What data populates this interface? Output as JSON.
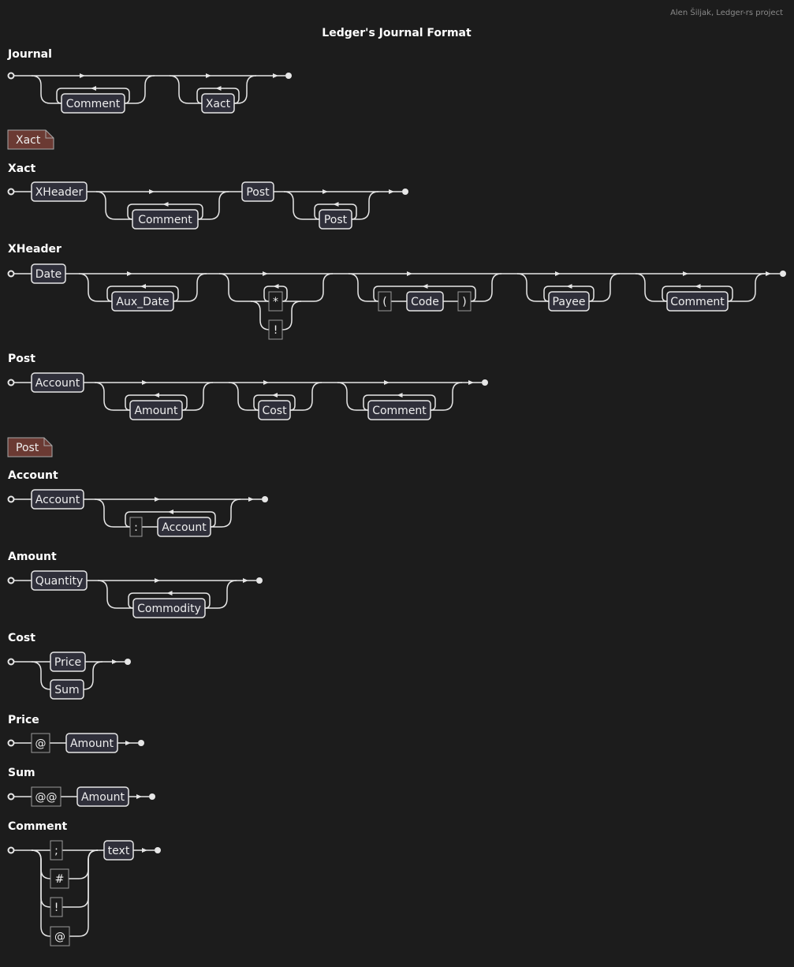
{
  "header": {
    "title": "Ledger's Journal Format",
    "credit": "Alen Šiljak, Ledger-rs project"
  },
  "notes": {
    "xact": "Xact",
    "post": "Post"
  },
  "rules": {
    "journal": {
      "name": "Journal",
      "items": [
        "Comment",
        "Xact"
      ]
    },
    "xact": {
      "name": "Xact",
      "items": [
        "XHeader",
        "Comment",
        "Post",
        "Post"
      ]
    },
    "xheader": {
      "name": "XHeader",
      "items": [
        "Date",
        "Aux_Date",
        "*",
        "!",
        "(",
        "Code",
        ")",
        "Payee",
        "Comment"
      ]
    },
    "post": {
      "name": "Post",
      "items": [
        "Account",
        "Amount",
        "Cost",
        "Comment"
      ]
    },
    "account": {
      "name": "Account",
      "items": [
        "Account",
        ":",
        "Account"
      ]
    },
    "amount": {
      "name": "Amount",
      "items": [
        "Quantity",
        "Commodity"
      ]
    },
    "cost": {
      "name": "Cost",
      "items": [
        "Price",
        "Sum"
      ]
    },
    "price": {
      "name": "Price",
      "items": [
        "@",
        "Amount"
      ]
    },
    "sum": {
      "name": "Sum",
      "items": [
        "@@",
        "Amount"
      ]
    },
    "comment": {
      "name": "Comment",
      "items": [
        ";",
        "#",
        "!",
        "@",
        "text"
      ]
    }
  }
}
